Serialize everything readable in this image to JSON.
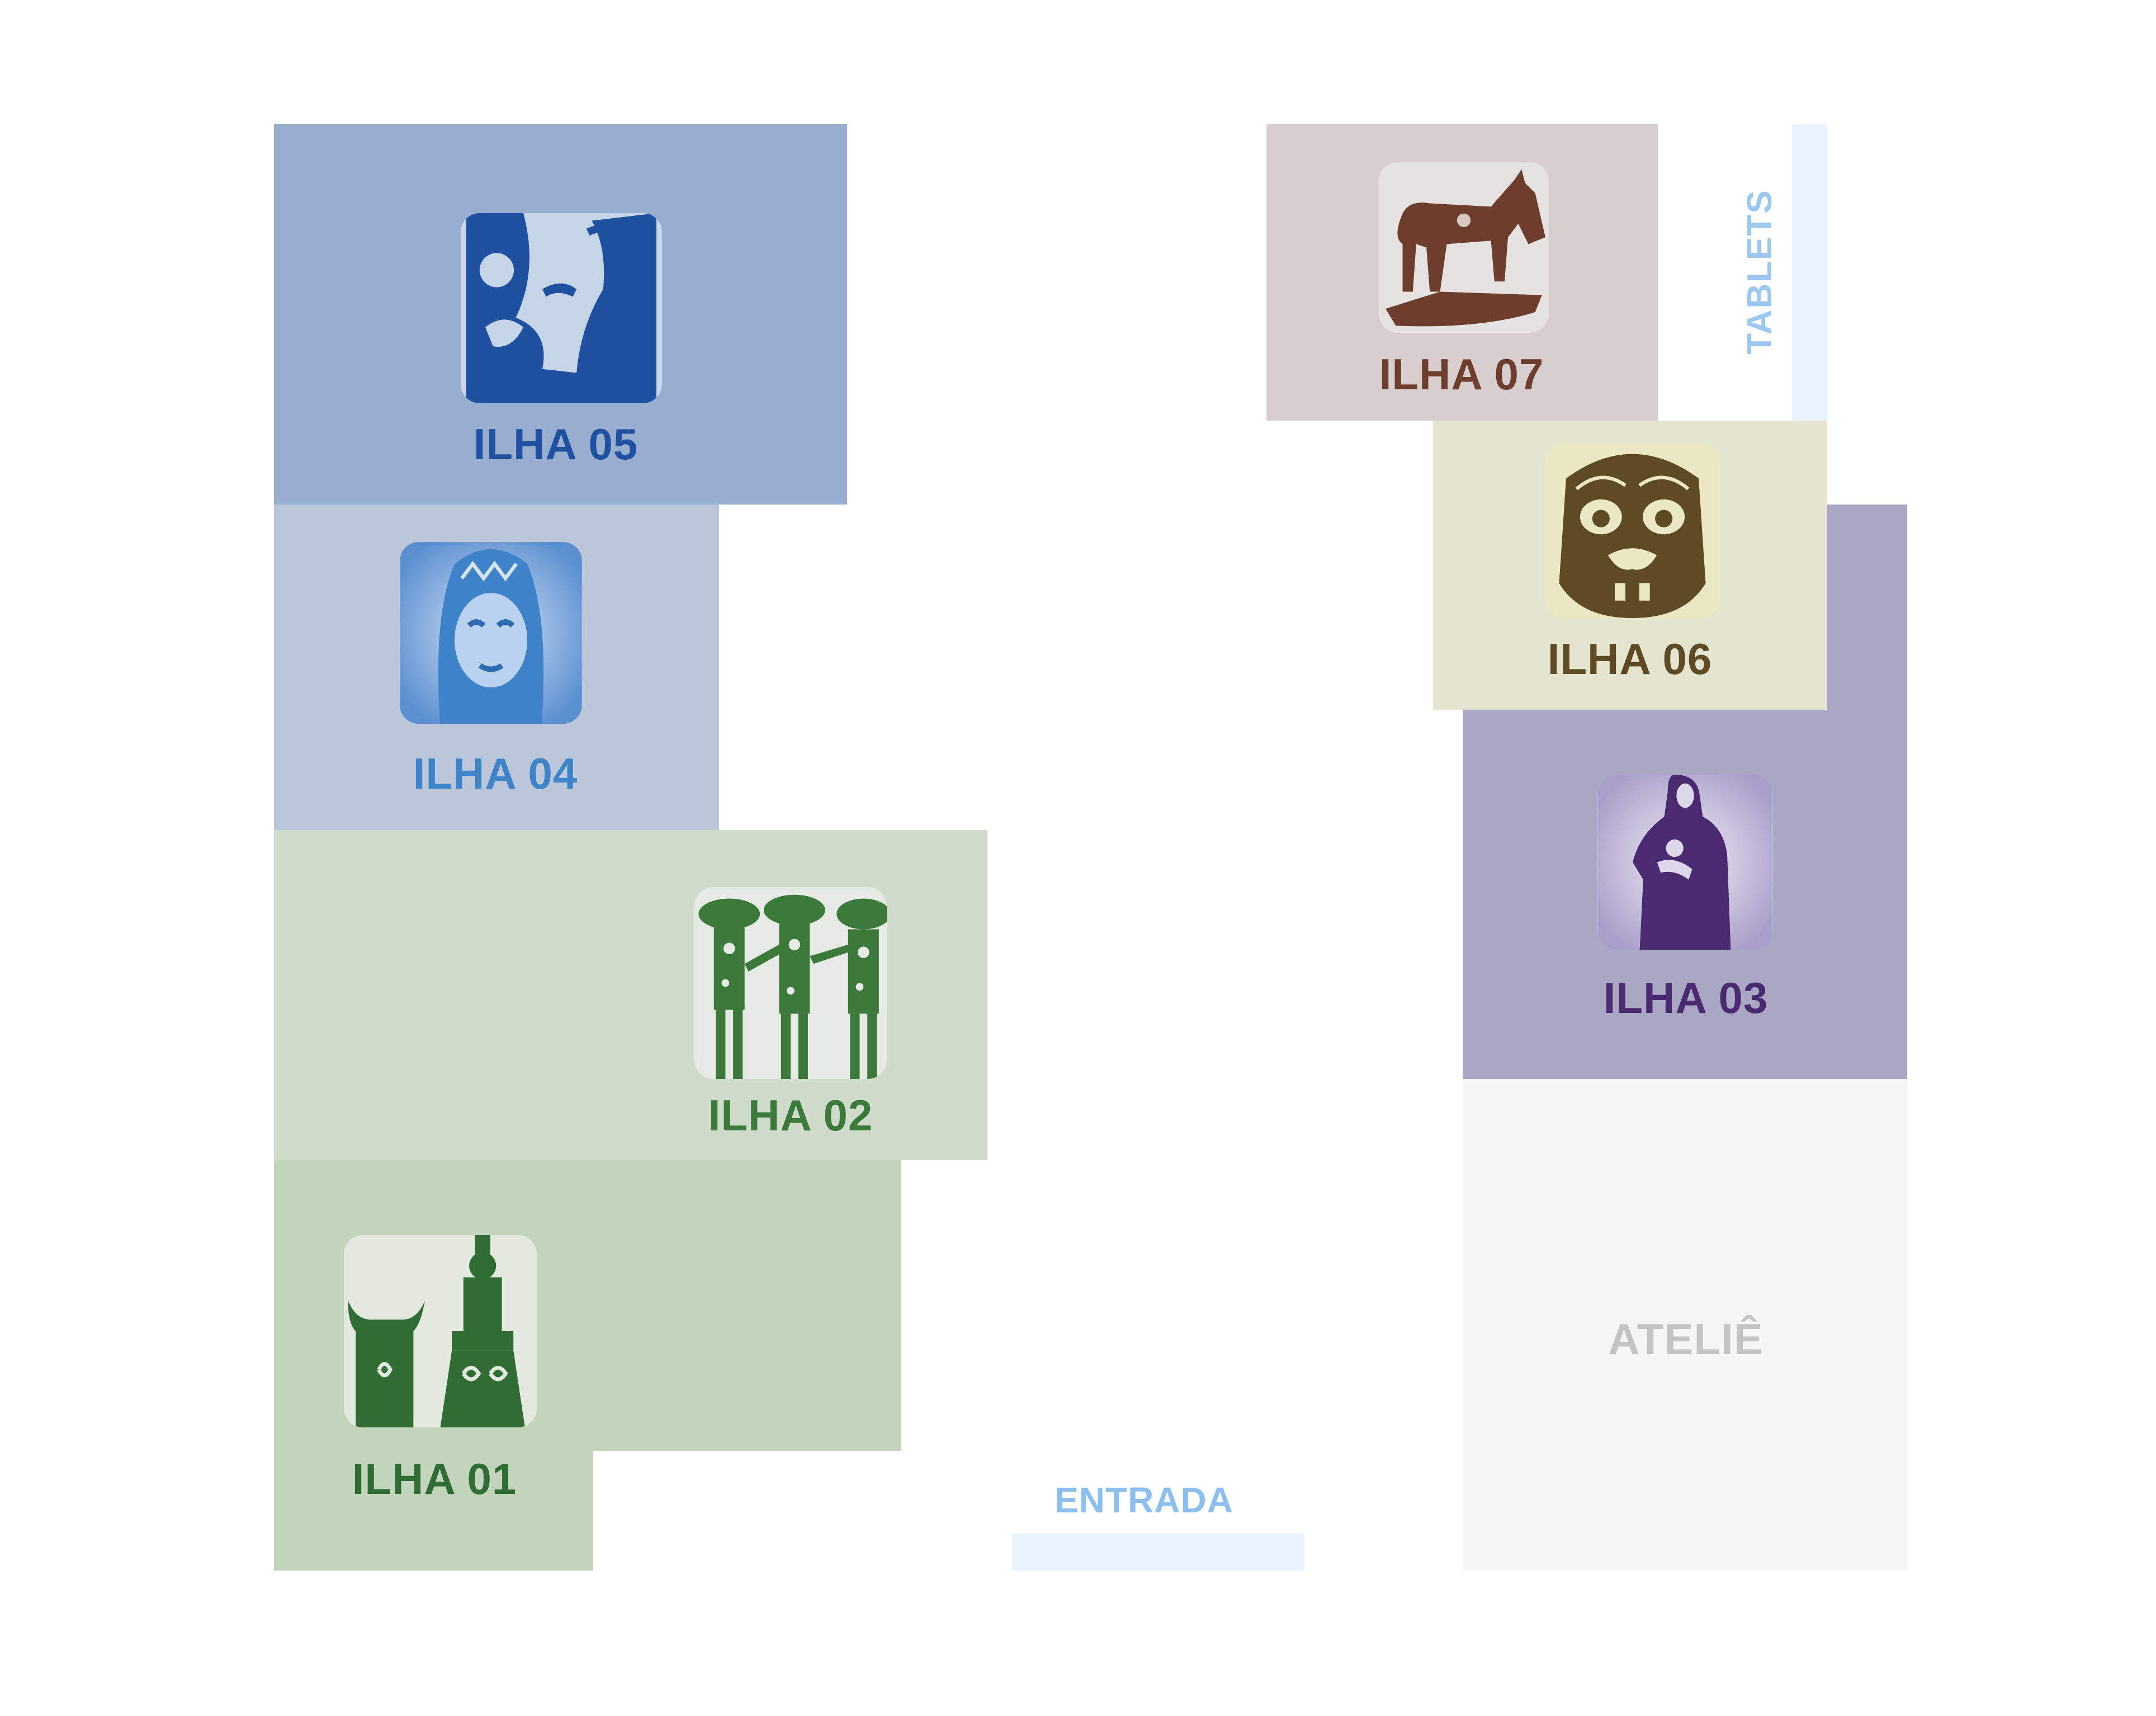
{
  "islands": [
    {
      "id": "ilha-05",
      "label": "ILHA 05",
      "zone_color": "#97aed0",
      "accent": "#2050a0",
      "thumb_bg": "#c9d7ea",
      "icon": "two-figures-icon"
    },
    {
      "id": "ilha-04",
      "label": "ILHA 04",
      "zone_color": "#bac7db",
      "accent": "#3f83c9",
      "thumb_bg": "#8fb4e0",
      "icon": "masked-face-icon"
    },
    {
      "id": "ilha-02",
      "label": "ILHA 02",
      "zone_color": "#cfdccb",
      "accent": "#3c7a3c",
      "thumb_bg": "#e9ece7",
      "icon": "three-musicians-icon"
    },
    {
      "id": "ilha-01",
      "label": "ILHA 01",
      "zone_color": "#c2d4bb",
      "accent": "#2f6d35",
      "thumb_bg": "#e6ebe3",
      "icon": "ox-and-figure-icon"
    },
    {
      "id": "ilha-07",
      "label": "ILHA 07",
      "zone_color": "#d7cecd",
      "accent": "#6d3e2e",
      "thumb_bg": "#e9e5e3",
      "icon": "donkey-icon"
    },
    {
      "id": "ilha-06",
      "label": "ILHA 06",
      "zone_color": "#e4e5cf",
      "accent": "#5e4a24",
      "thumb_bg": "#ecebc4",
      "icon": "carved-mask-icon"
    },
    {
      "id": "ilha-03",
      "label": "ILHA 03",
      "zone_color": "#aaa7c5",
      "accent": "#4a2a70",
      "thumb_bg": "#dcd7ea",
      "icon": "saint-statue-icon"
    }
  ],
  "atelie": {
    "label": "ATELIÊ",
    "zone_color": "#f5f5f5",
    "text_color": "#c4c4c4"
  },
  "tablets": {
    "label": "TABLETS",
    "strip_color": "#e8f3fd",
    "text_color": "#9cc7ef"
  },
  "entrance": {
    "label": "ENTRADA",
    "strip_color": "#e8f3fd",
    "text_color": "#8dbfee"
  }
}
